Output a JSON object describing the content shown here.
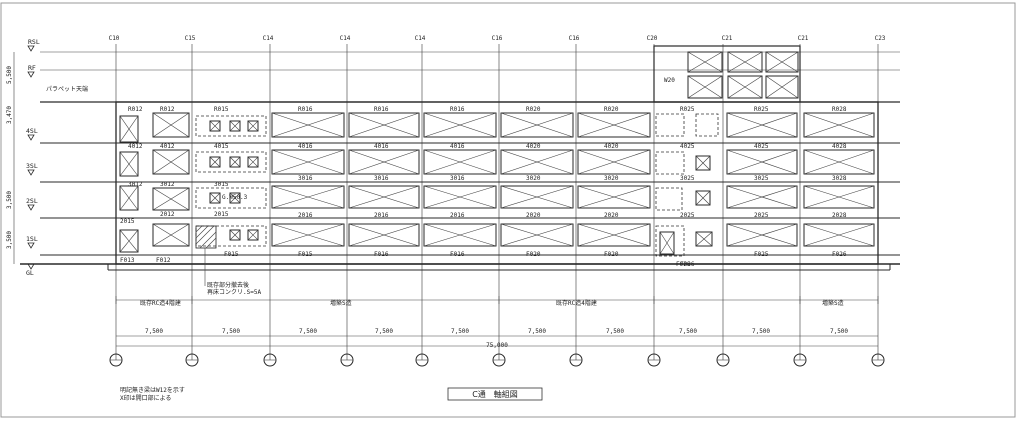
{
  "sheet": {
    "title": "C通　軸組図",
    "footnote_line1": "明記無き梁はW12を示す",
    "footnote_line2": "X印は開口部による",
    "parapet_note": "パラペット天端",
    "annotation_note": "既存部分撤去後",
    "annotation_note2": "再床コンクリ.S=5A"
  },
  "axes": {
    "top_labels": [
      "C10",
      "C15",
      "C14",
      "C14",
      "C14",
      "C16",
      "C16",
      "C20",
      "C21",
      "C21",
      "C23"
    ],
    "span_dims": [
      "7,500",
      "7,500",
      "7,500",
      "7,500",
      "7,500",
      "7,500",
      "7,500",
      "7,500",
      "7,500",
      "7,500"
    ],
    "total_dim": "75,000"
  },
  "levels": [
    {
      "label": "RSL"
    },
    {
      "label": "RF"
    },
    {
      "label": "4SL"
    },
    {
      "label": "3SL"
    },
    {
      "label": "2SL"
    },
    {
      "label": "1SL"
    },
    {
      "label": "GL"
    }
  ],
  "left_dims": [
    "3,470",
    "5,500",
    "3,500",
    "3,500"
  ],
  "rows": {
    "roof": [
      "R012",
      "R012",
      "R015",
      "R016",
      "R016",
      "R016",
      "R020",
      "R020",
      "R025",
      "R025",
      "R028"
    ],
    "fourth": [
      "4012",
      "4012",
      "4015",
      "4016",
      "4016",
      "4016",
      "4020",
      "4020",
      "4025",
      "4025",
      "4028"
    ],
    "third": [
      "3012",
      "3012",
      "3015",
      "3016",
      "3016",
      "3016",
      "3020",
      "3020",
      "3025",
      "3025",
      "3028"
    ],
    "second": [
      "2015",
      "2012",
      "2015",
      "2016",
      "2016",
      "2016",
      "2020",
      "2020",
      "2025",
      "2025",
      "2028"
    ],
    "found": [
      "F013",
      "F012",
      "F015",
      "F015",
      "F016",
      "F016",
      "F020",
      "F020",
      "F026",
      "F025",
      "F026"
    ]
  },
  "extra_labels": {
    "penthouse": "W20",
    "f026_mid": "F026",
    "beam_callout": "G.W50.3"
  },
  "zone_labels": [
    "既存RC造4階建",
    "増築S造",
    "既存RC造4階建",
    "増築S造"
  ]
}
